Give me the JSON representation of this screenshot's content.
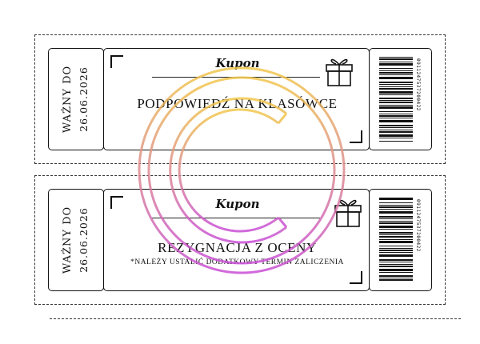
{
  "coupons": [
    {
      "valid_label": "WAŻNY DO",
      "valid_date": "26.06.2026",
      "kupon_label": "Kupon",
      "title": "PODPOWIEDŹ  NA KLASÓWCE",
      "note": "",
      "barcode_number": "0911247537200422"
    },
    {
      "valid_label": "WAŻNY DO",
      "valid_date": "26.06.2026",
      "kupon_label": "Kupon",
      "title": "REZYGNACJA Z OCENY",
      "note": "*NALEŻY USTALIĆ DODATKOWY TERMIN ZALICZENIA",
      "barcode_number": "0911247537200422"
    }
  ],
  "colors": {
    "watermark_top": "#f2c84b",
    "watermark_bottom": "#c94fd6",
    "ink": "#111111"
  },
  "icons": [
    "gift-icon",
    "barcode-icon",
    "copyright-watermark-icon"
  ]
}
